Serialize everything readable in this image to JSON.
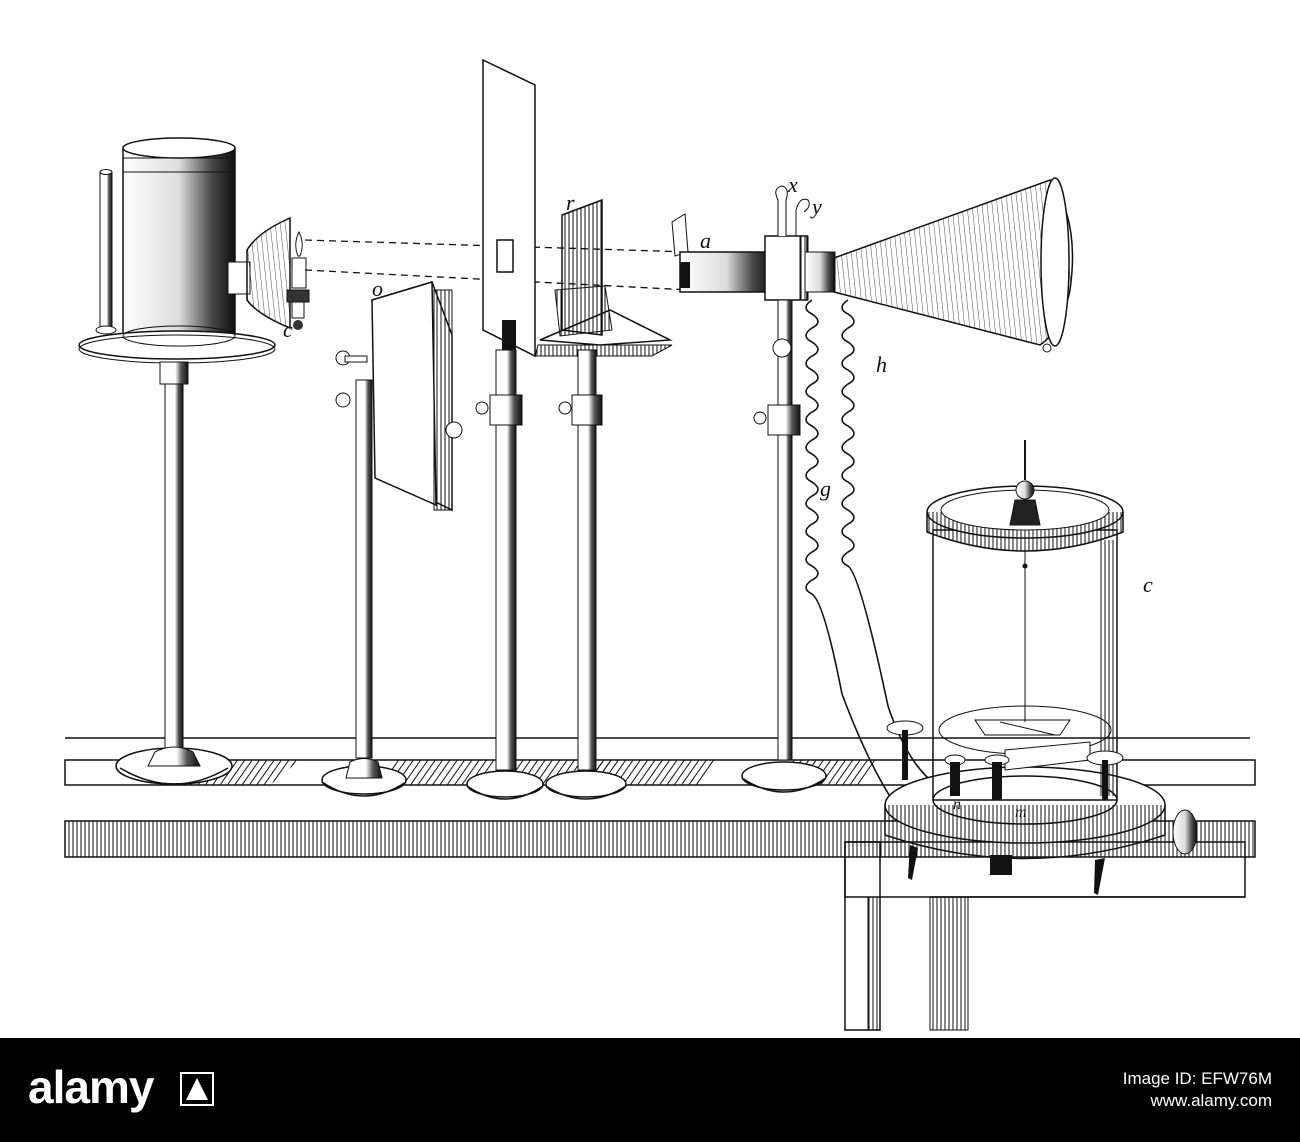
{
  "figure": {
    "labels": {
      "c_lamp": "c",
      "o": "o",
      "r": "r",
      "a": "a",
      "x": "x",
      "y": "y",
      "h": "h",
      "g": "g",
      "c_jar": "c",
      "n": "n",
      "m": "m"
    }
  },
  "watermark": {
    "brand": "alamy",
    "image_id_label": "Image ID: EFW76M",
    "site": "www.alamy.com"
  },
  "colors": {
    "ink": "#111111",
    "footer_bg": "#000000",
    "footer_text": "#ffffff"
  }
}
